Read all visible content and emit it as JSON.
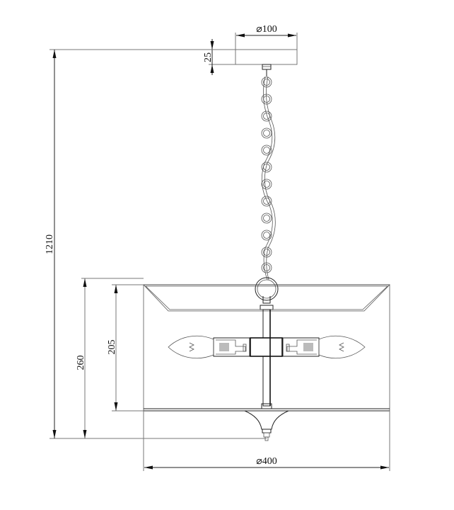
{
  "diagram": {
    "type": "technical-drawing",
    "subject": "pendant chandelier with drum shade",
    "units": "mm",
    "dimensions": {
      "canopy_diameter": "⌀100",
      "canopy_height": "25",
      "total_height": "1210",
      "shade_total_height": "260",
      "shade_height": "205",
      "shade_diameter": "⌀400"
    },
    "components": [
      "ceiling-canopy",
      "chain",
      "suspension-ring",
      "center-stem",
      "bulb-holder-left",
      "bulb-holder-right",
      "candle-bulb-left",
      "candle-bulb-right",
      "drum-shade",
      "inner-diffuser",
      "bottom-finial"
    ],
    "colors": {
      "line": "#222222",
      "background": "#ffffff"
    }
  }
}
